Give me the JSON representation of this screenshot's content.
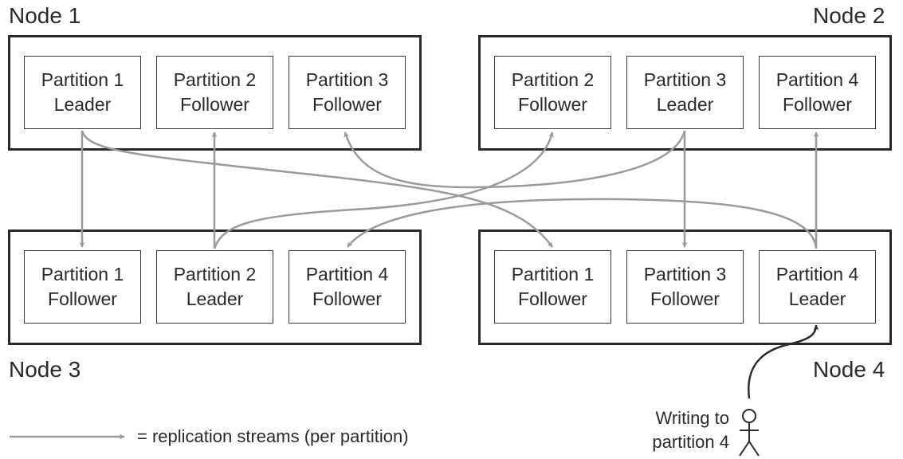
{
  "nodes": [
    {
      "label": "Node 1",
      "partitions": [
        {
          "line1": "Partition 1",
          "line2": "Leader"
        },
        {
          "line1": "Partition 2",
          "line2": "Follower"
        },
        {
          "line1": "Partition 3",
          "line2": "Follower"
        }
      ]
    },
    {
      "label": "Node 2",
      "partitions": [
        {
          "line1": "Partition 2",
          "line2": "Follower"
        },
        {
          "line1": "Partition 3",
          "line2": "Leader"
        },
        {
          "line1": "Partition 4",
          "line2": "Follower"
        }
      ]
    },
    {
      "label": "Node 3",
      "partitions": [
        {
          "line1": "Partition 1",
          "line2": "Follower"
        },
        {
          "line1": "Partition 2",
          "line2": "Leader"
        },
        {
          "line1": "Partition 4",
          "line2": "Follower"
        }
      ]
    },
    {
      "label": "Node 4",
      "partitions": [
        {
          "line1": "Partition 1",
          "line2": "Follower"
        },
        {
          "line1": "Partition 3",
          "line2": "Follower"
        },
        {
          "line1": "Partition 4",
          "line2": "Leader"
        }
      ]
    }
  ],
  "legend": {
    "text": "= replication streams (per partition)"
  },
  "writer": {
    "line1": "Writing to",
    "line2": "partition 4"
  },
  "colors": {
    "arrow": "#9a9a9a",
    "ink": "#2a2a2a"
  }
}
